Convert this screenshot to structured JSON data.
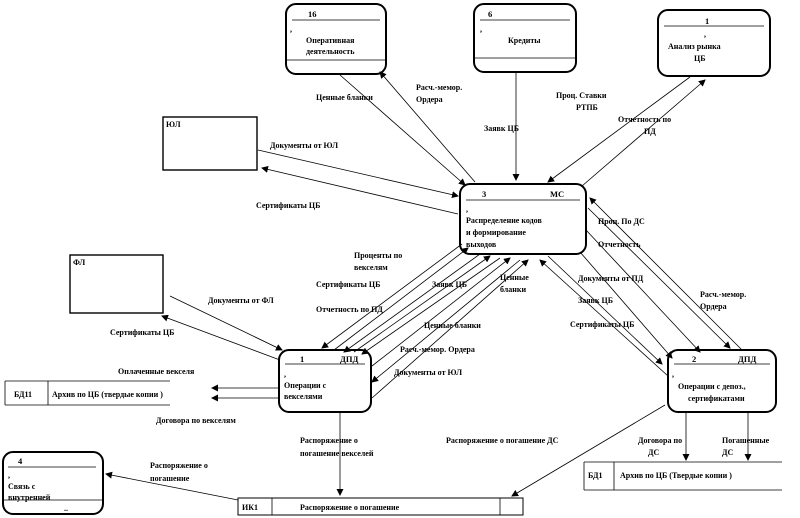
{
  "nodes": {
    "ops": {
      "num": "16",
      "dot": ",",
      "label": [
        "Оперативная",
        "деятельность"
      ]
    },
    "credits": {
      "num": "6",
      "dot": ",",
      "label": [
        "Кредиты"
      ]
    },
    "market": {
      "num": "1",
      "dot": ",",
      "label": [
        "Анализ рынка",
        "ЦБ"
      ]
    },
    "ms": {
      "num": "3",
      "code": "МС",
      "dot": ",",
      "label": [
        "Распределение кодов",
        "и формирование",
        "выходов"
      ]
    },
    "op1": {
      "num": "1",
      "code": "ДПД",
      "dot": ",",
      "label": [
        "Операции с",
        "векселями"
      ]
    },
    "op2": {
      "num": "2",
      "code": "ДПД",
      "dot": ",",
      "label": [
        "Операции с депоз.,",
        "сертификатами"
      ]
    },
    "link": {
      "num": "4",
      "dot": ",",
      "label": [
        "Связь с",
        "внутренней"
      ],
      "tail": ".."
    }
  },
  "entities": {
    "yul": "ЮЛ",
    "fl": "ФЛ"
  },
  "stores": {
    "bd11": {
      "id": "БД11",
      "name": "Архив по ЦБ (твердые копии )"
    },
    "bd1": {
      "id": "БД1",
      "name": "Архив по ЦБ (Твердые копии )"
    },
    "ik1": {
      "id": "ИК1",
      "name": "Распоряжение о погашение"
    }
  },
  "flows": {
    "f_blank1": "Ценные бланки",
    "f_rasch1": [
      "Расч.-мемор.",
      "Ордера"
    ],
    "f_zayav1": "Заявк ЦБ",
    "f_proc_stavki": [
      "Проц. Ставки",
      "РТПБ"
    ],
    "f_otch_pd1": [
      "Отчетность по",
      "ПД"
    ],
    "f_doc_yul1": "Документы от ЮЛ",
    "f_sert1": "Сертификаты ЦБ",
    "f_proc_ds": "Проц. По ДС",
    "f_otch": "Отчетность",
    "f_rasch2": [
      "Расч.-мемор.",
      "Ордера"
    ],
    "f_proc_veks": [
      "Проценты по",
      "векселям"
    ],
    "f_sert2": "Сертификаты ЦБ",
    "f_zayav2": "Заявк ЦБ",
    "f_otch_pd2": "Отчетность по ПД",
    "f_blank2": [
      "Ценные",
      "бланки"
    ],
    "f_doc_pd": "Документы от ПД",
    "f_zayav3": "Заявк ЦБ",
    "f_sert3": "Сертификаты ЦБ",
    "f_doc_fl": "Документы от ФЛ",
    "f_sert4": "Сертификаты ЦБ",
    "f_blank3": "Ценные бланки",
    "f_rasch3": "Расч.-мемор. Ордера",
    "f_doc_yul2": "Документы от ЮЛ",
    "f_pogash_veks_in": "Оплаченные векселя",
    "f_dog_veks": "Договора по векселям",
    "f_rasp_veks": [
      "Распоряжение о",
      "погашение векселей"
    ],
    "f_rasp_ds": "Распоряжение о погашение ДС",
    "f_dog_ds": [
      "Договора по",
      "ДС"
    ],
    "f_pogash_ds": [
      "Погашенные",
      "ДС"
    ],
    "f_rasp_link": [
      "Распоряжение о",
      "погашение"
    ]
  }
}
